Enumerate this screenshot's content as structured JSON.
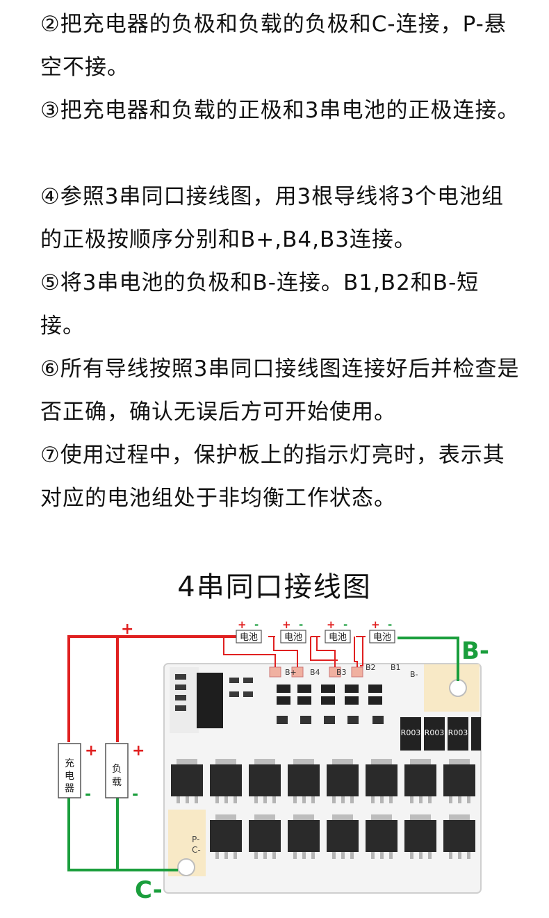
{
  "instructions": [
    "②把充电器的负极和负载的负极和C-连接，P-悬空不接。",
    "③把充电器和负载的正极和3串电池的正极连接。",
    "④参照3串同口接线图，用3根导线将3个电池组的正极按顺序分别和B+,B4,B3连接。",
    "⑤将3串电池的负极和B-连接。B1,B2和B-短接。",
    "⑥所有导线按照3串同口接线图连接好后并检查是否正确，确认无误后方可开始使用。",
    "⑦使用过程中，保护板上的指示灯亮时，表示其对应的电池组处于非均衡工作状态。"
  ],
  "diagram": {
    "title": "4串同口接线图",
    "battery_label": "电池",
    "plus": "+",
    "minus": "-",
    "charger_label": "充电器",
    "load_label": "负载",
    "b_minus": "B-",
    "c_minus": "C-",
    "pad_labels": [
      "B+",
      "B4",
      "B3",
      "B2",
      "B1",
      "B-"
    ],
    "side_labels": [
      "P-",
      "C-"
    ],
    "resistor_label": "R003",
    "colors": {
      "positive": "#e02020",
      "negative": "#1a9e3c",
      "board": "#f4f4f4",
      "mosfet": "#2a2a2a"
    }
  }
}
